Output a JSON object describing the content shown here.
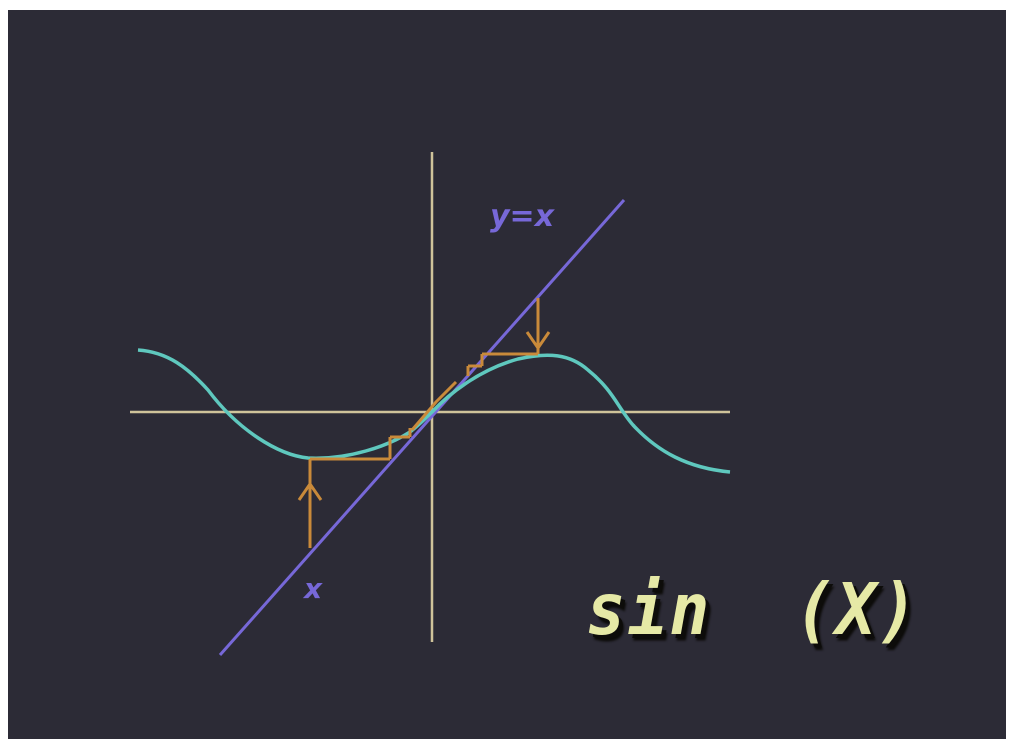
{
  "labels": {
    "identity_line": "y=x",
    "start_point": "x",
    "function": "sin  (X)"
  },
  "colors": {
    "background": "#2c2b36",
    "axes": "#cfc39a",
    "sine_curve": "#5fc8be",
    "identity_line": "#7768d8",
    "iteration": "#c98a3a",
    "caption": "#e6e9a6",
    "caption_shadow": "#0d0c0a"
  }
}
